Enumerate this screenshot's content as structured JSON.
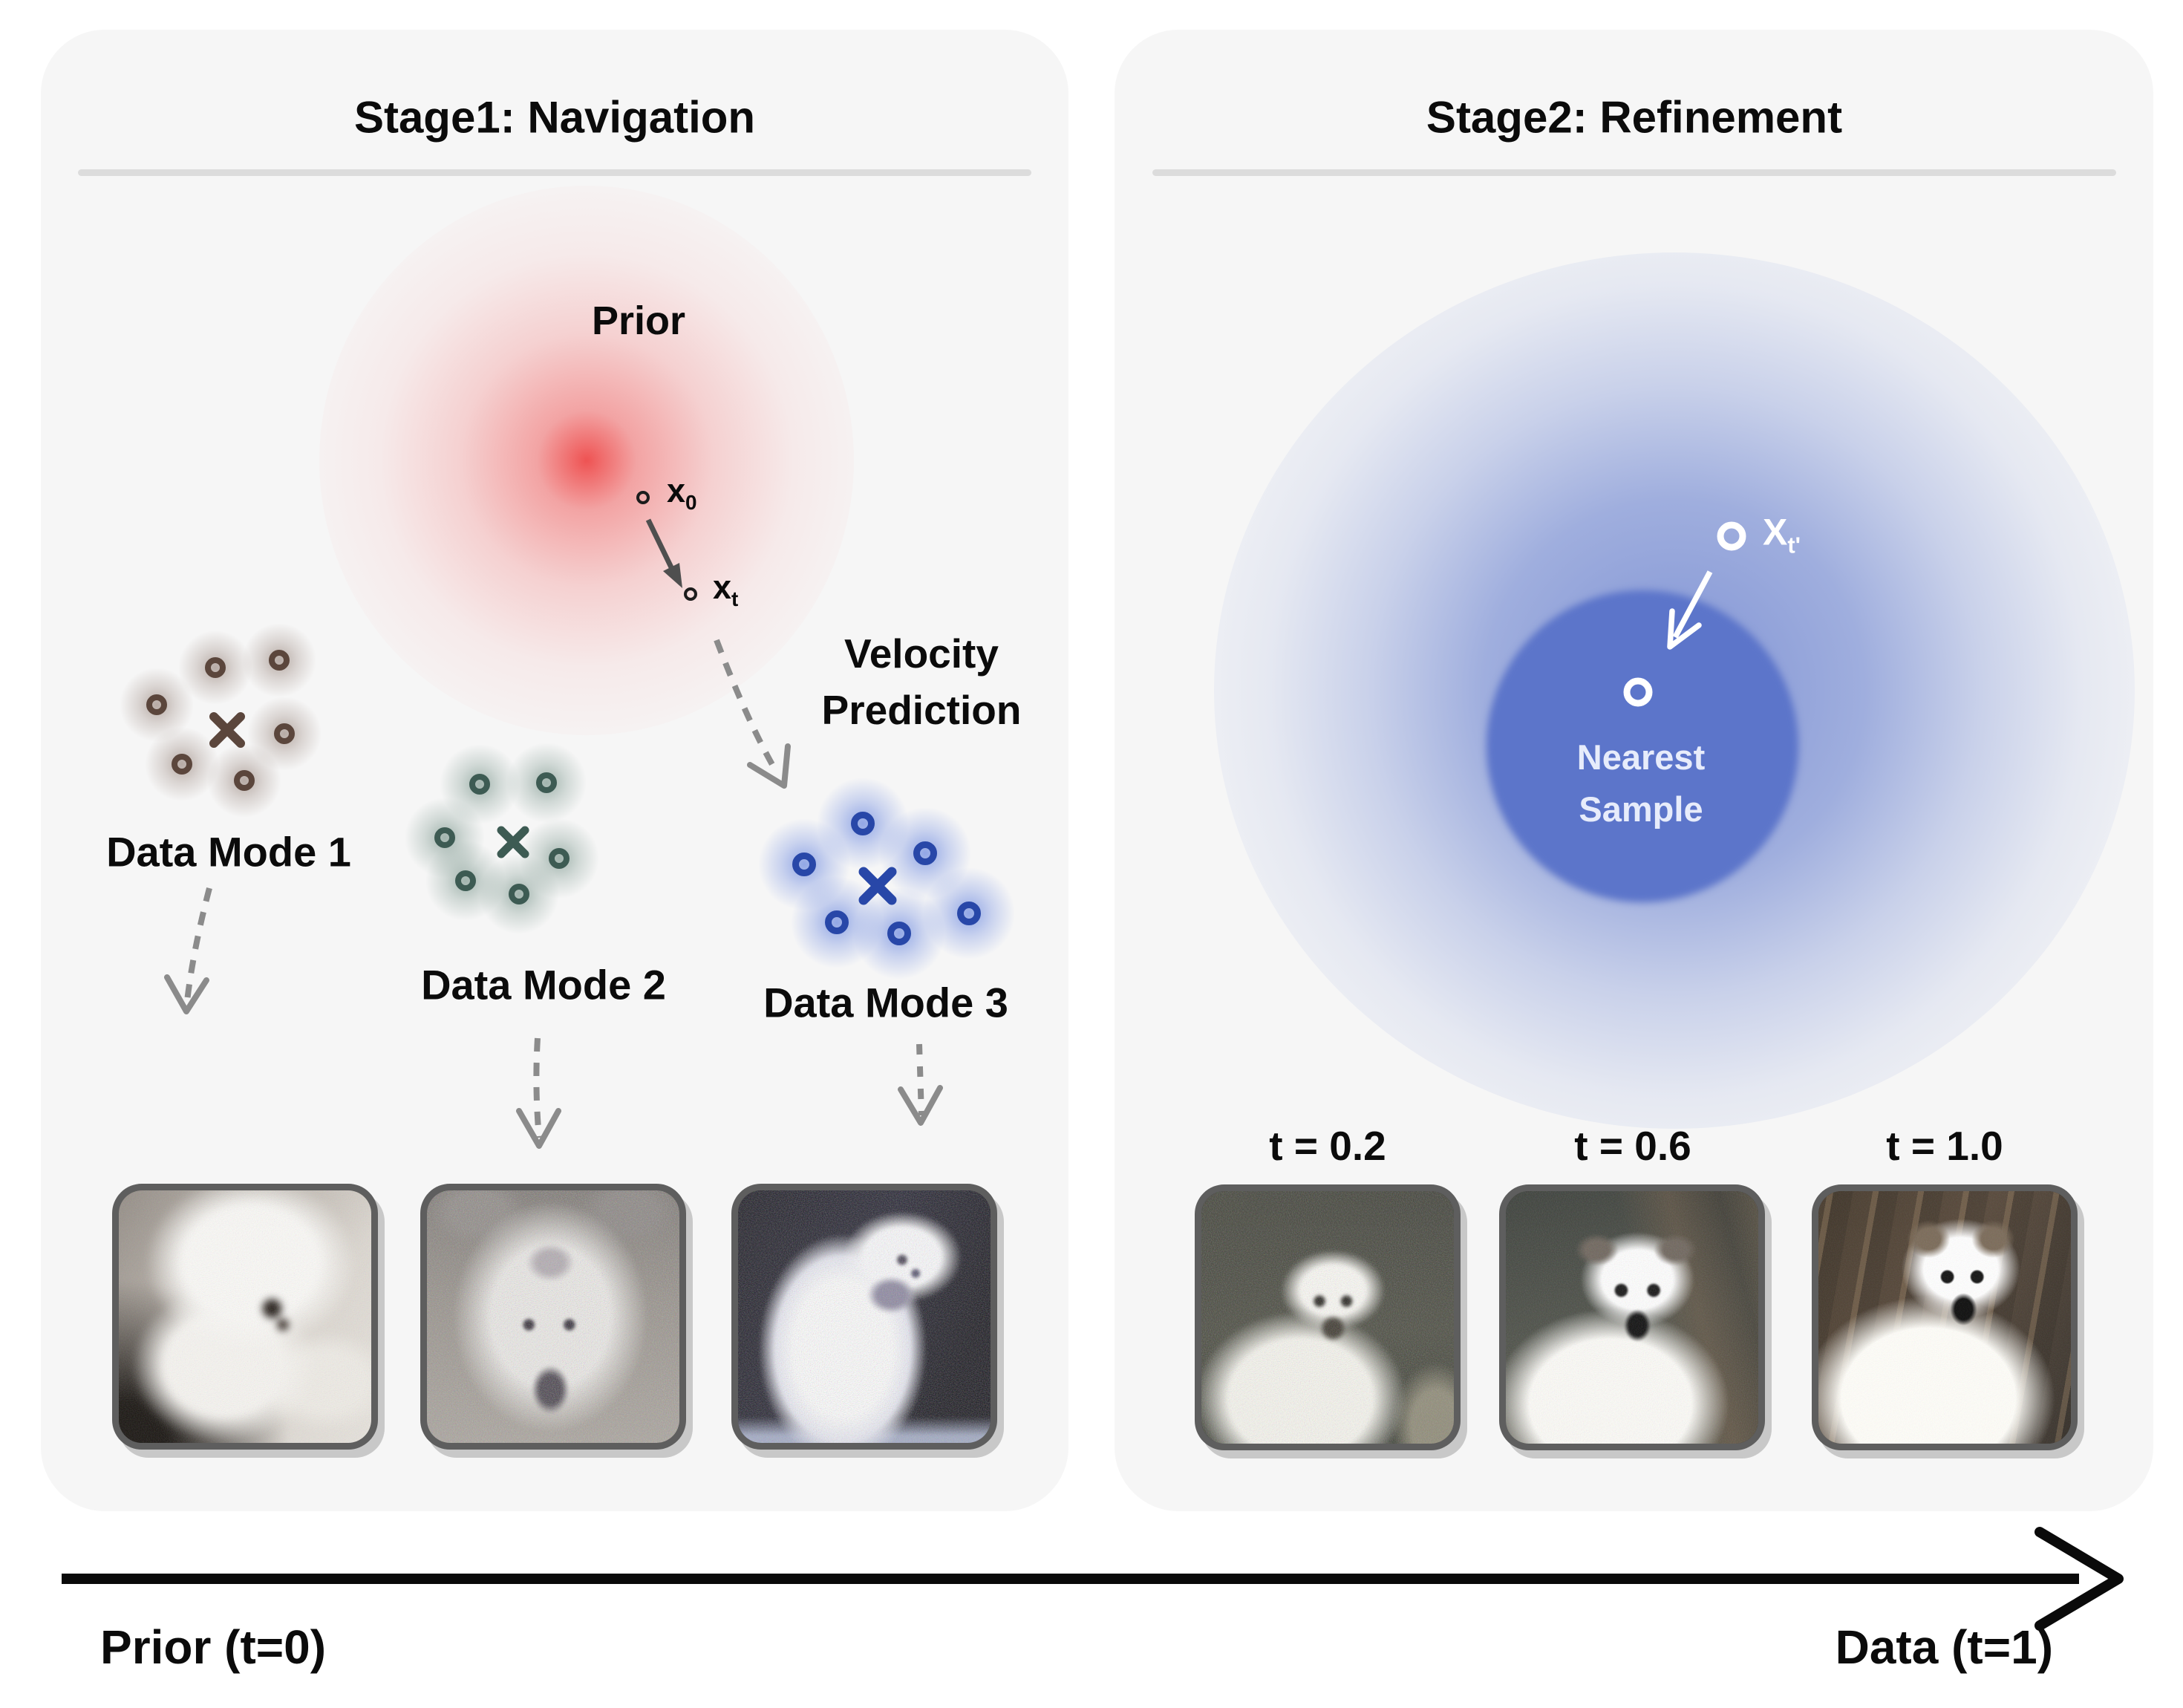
{
  "left_panel": {
    "title": "Stage1: Navigation",
    "prior_label": "Prior",
    "points": {
      "x0": {
        "base": "x",
        "sub": "0"
      },
      "xt": {
        "base": "x",
        "sub": "t"
      }
    },
    "velocity_line1": "Velocity",
    "velocity_line2": "Prediction",
    "modes": [
      {
        "label": "Data Mode 1",
        "color": "#5b463c"
      },
      {
        "label": "Data Mode 2",
        "color": "#3d5b53"
      },
      {
        "label": "Data Mode 3",
        "color": "#2847a8"
      }
    ]
  },
  "right_panel": {
    "title": "Stage2: Refinement",
    "xt_prime": {
      "base": "X",
      "sub": "t'"
    },
    "nearest_line1": "Nearest",
    "nearest_line2": "Sample",
    "time_labels": [
      "t = 0.2",
      "t = 0.6",
      "t = 1.0"
    ]
  },
  "axis": {
    "left_label": "Prior (t=0)",
    "right_label": "Data (t=1)"
  },
  "colors": {
    "panel_bg": "#f6f6f6",
    "divider": "#dcdcdc",
    "prior_blob": "#ee4a4a",
    "refine_blob": "#5c75ca",
    "mode1": "#5b463c",
    "mode2": "#3d5b53",
    "mode3": "#2847a8",
    "arrow_gray": "#8b8b8b",
    "arrow_dark": "#4f4f4f",
    "axis_black": "#0a0a0a",
    "nearest_text": "#e7ecfb"
  }
}
